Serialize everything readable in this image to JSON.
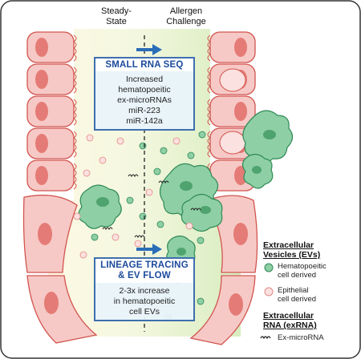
{
  "header": {
    "left_line1": "Steady-",
    "left_line2": "State",
    "right_line1": "Allergen",
    "right_line2": "Challenge"
  },
  "box_top": {
    "title": "SMALL RNA SEQ",
    "lines": [
      "Increased",
      "hematopoeitic",
      "ex-microRNAs",
      "miR-223",
      "miR-142a"
    ]
  },
  "box_bottom": {
    "title_line1": "LINEAGE TRACING",
    "title_line2": "& EV FLOW",
    "lines": [
      "2-3x increase",
      "in hematopoeitic",
      "cell EVs"
    ]
  },
  "legend": {
    "ev_title_line1": "Extracellular",
    "ev_title_line2": "Vesicles (EVs)",
    "hema_line1": "Hematopoeitic",
    "hema_line2": "cell derived",
    "epi_line1": "Epithelial",
    "epi_line2": "cell derived",
    "rna_title_line1": "Extracellular",
    "rna_title_line2": "RNA (exRNA)",
    "mirna_label": "Ex-microRNA"
  },
  "colors": {
    "epithelium_fill": "#f6c9c6",
    "epithelium_stroke": "#d2554f",
    "nucleus": "#e57b76",
    "hema_cell": "#8ecfa5",
    "hema_dark": "#2f8a56",
    "box_border": "#3e6fae",
    "arrow": "#2a6db8",
    "challenge_tint": "#e4f2cf"
  }
}
